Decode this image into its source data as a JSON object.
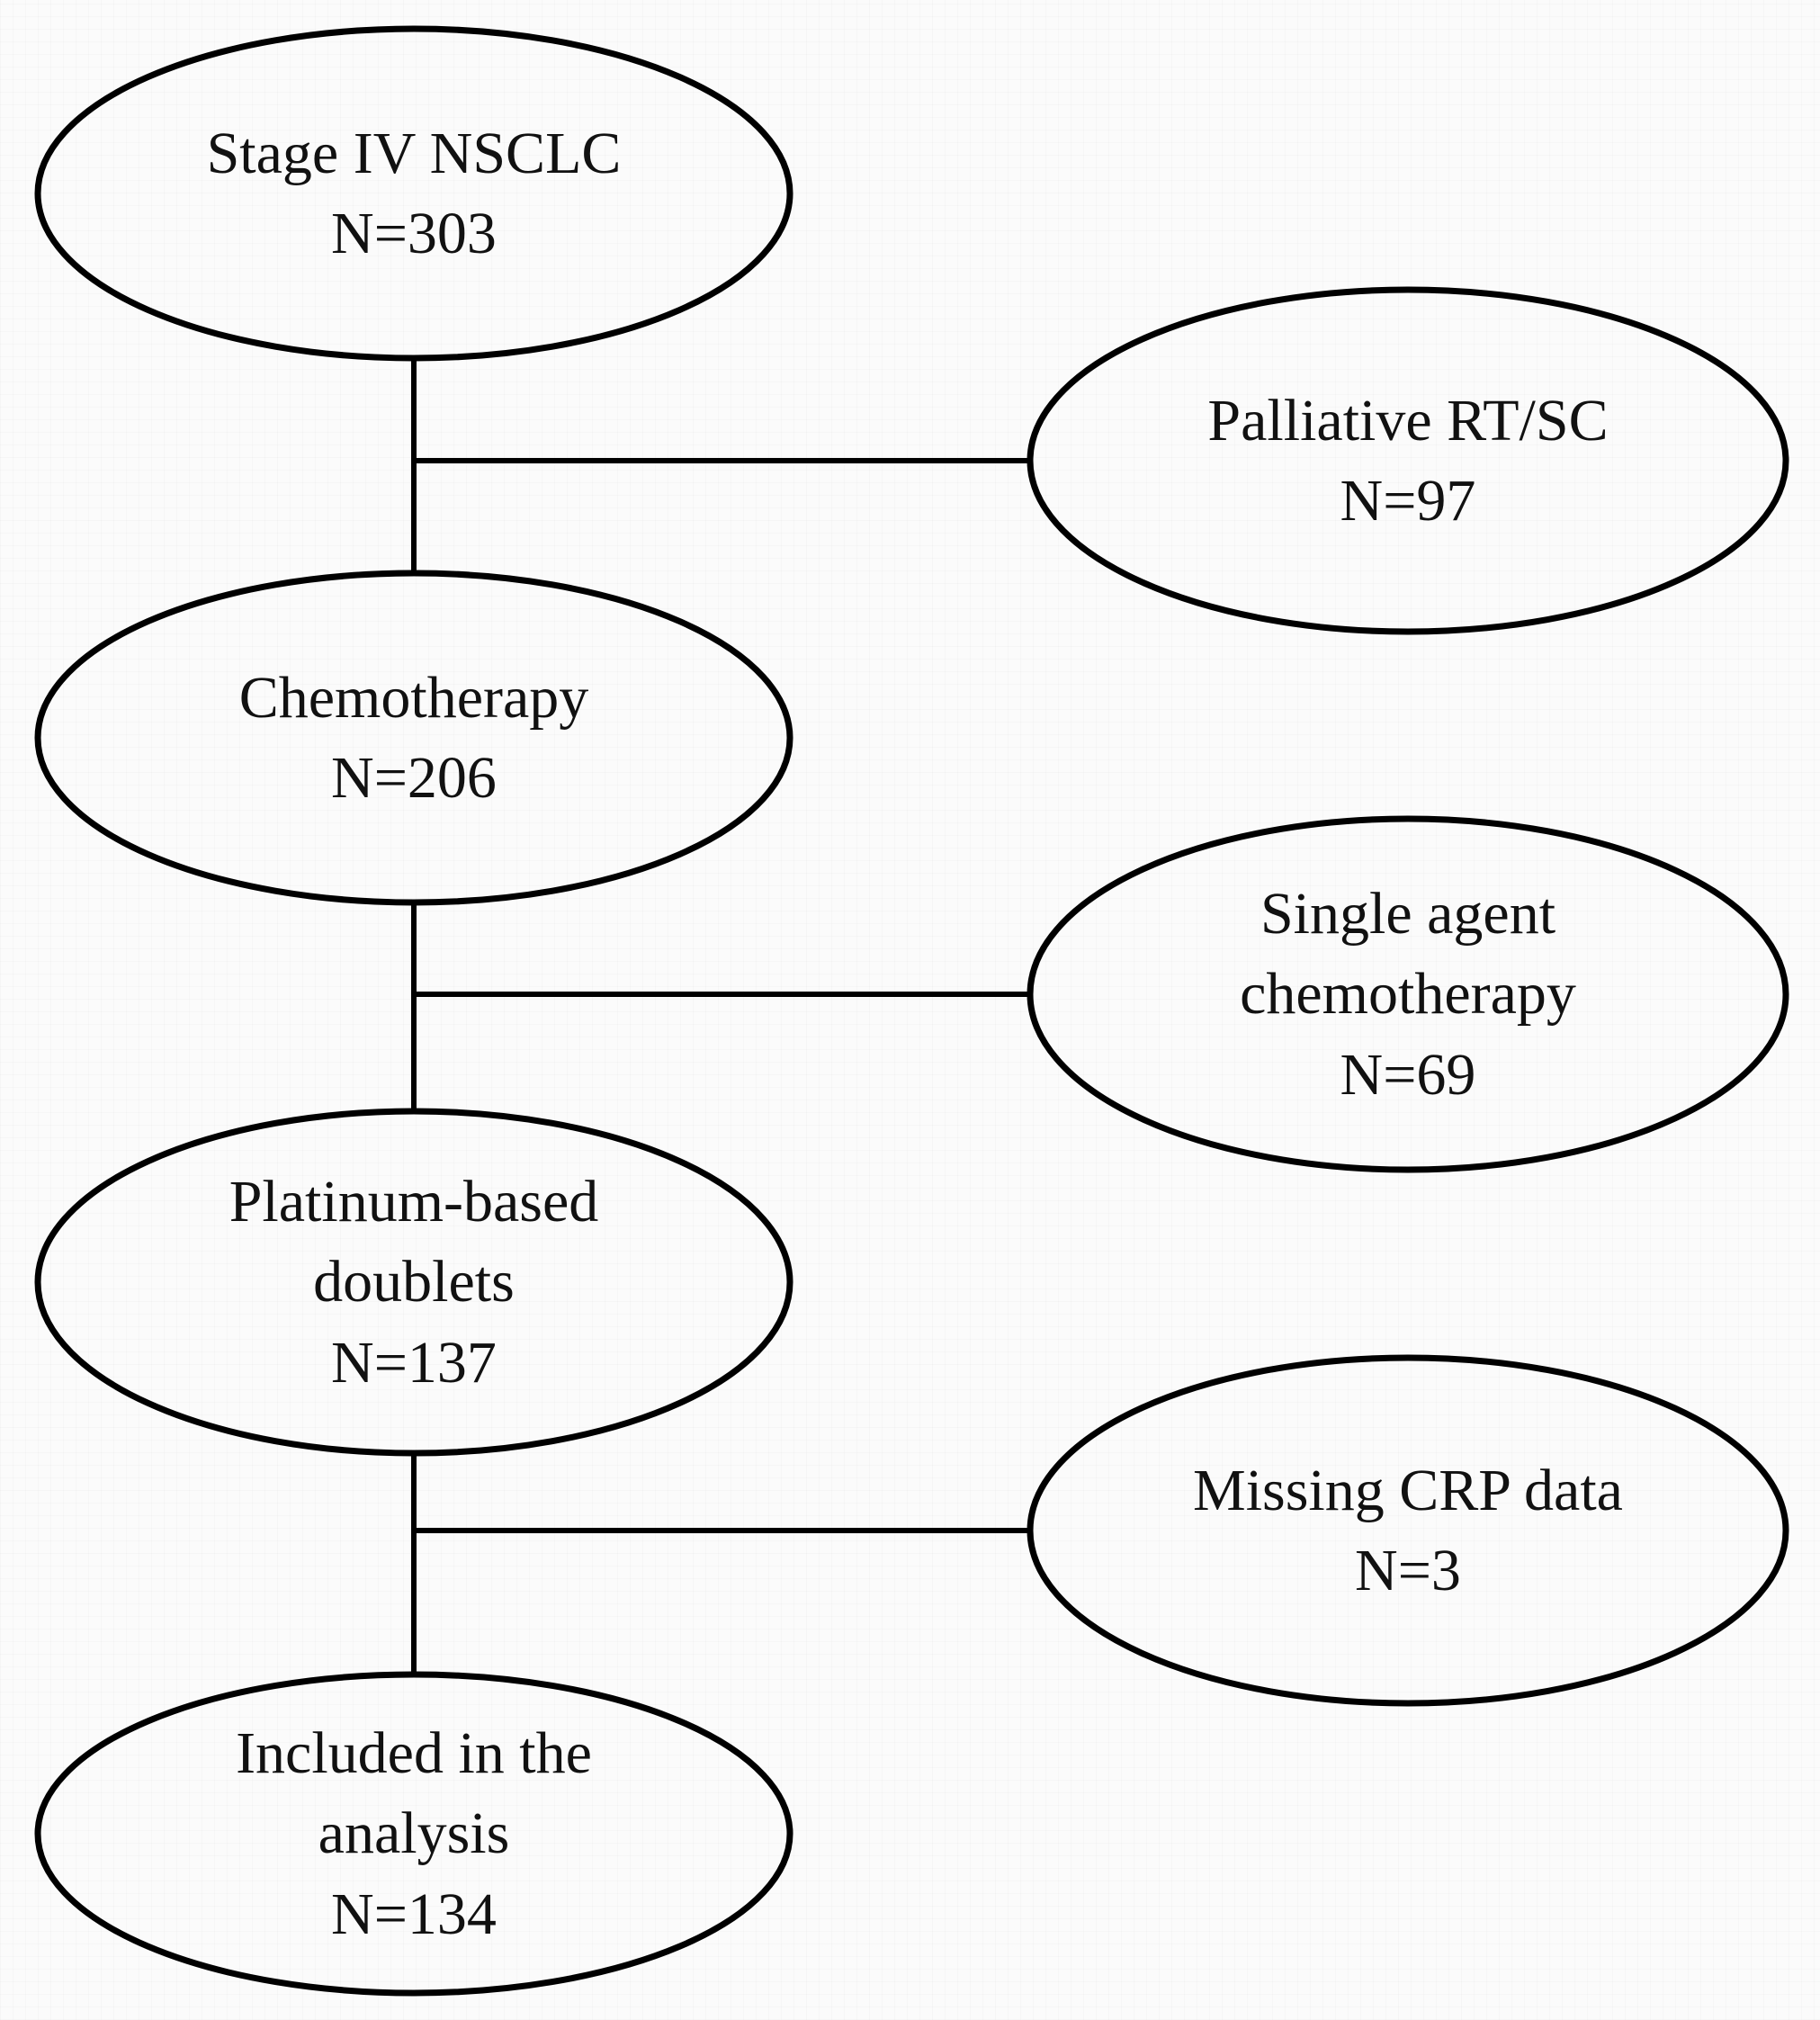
{
  "styles": {
    "stroke_color": "#000000",
    "background_color": "#fbfbfb",
    "text_color": "#111111"
  },
  "nodes": [
    {
      "id": "stage-iv-nsclc",
      "lines": [
        "Stage IV NSCLC",
        "N=303"
      ]
    },
    {
      "id": "palliative-rt-sc",
      "lines": [
        "Palliative RT/SC",
        "N=97"
      ]
    },
    {
      "id": "chemotherapy",
      "lines": [
        "Chemotherapy",
        "N=206"
      ]
    },
    {
      "id": "single-agent-chemotherapy",
      "lines": [
        "Single agent",
        "chemotherapy",
        "N=69"
      ]
    },
    {
      "id": "platinum-based-doublets",
      "lines": [
        "Platinum-based",
        "doublets",
        "N=137"
      ]
    },
    {
      "id": "missing-crp-data",
      "lines": [
        "Missing CRP data",
        "N=3"
      ]
    },
    {
      "id": "included-in-analysis",
      "lines": [
        "Included in the",
        "analysis",
        "N=134"
      ]
    }
  ],
  "edges": [
    {
      "from": "stage-iv-nsclc",
      "to": "chemotherapy",
      "type": "vertical"
    },
    {
      "from": "stage-iv-nsclc",
      "to": "palliative-rt-sc",
      "type": "branch"
    },
    {
      "from": "chemotherapy",
      "to": "platinum-based-doublets",
      "type": "vertical"
    },
    {
      "from": "chemotherapy",
      "to": "single-agent-chemotherapy",
      "type": "branch"
    },
    {
      "from": "platinum-based-doublets",
      "to": "included-in-analysis",
      "type": "vertical"
    },
    {
      "from": "platinum-based-doublets",
      "to": "missing-crp-data",
      "type": "branch"
    }
  ]
}
